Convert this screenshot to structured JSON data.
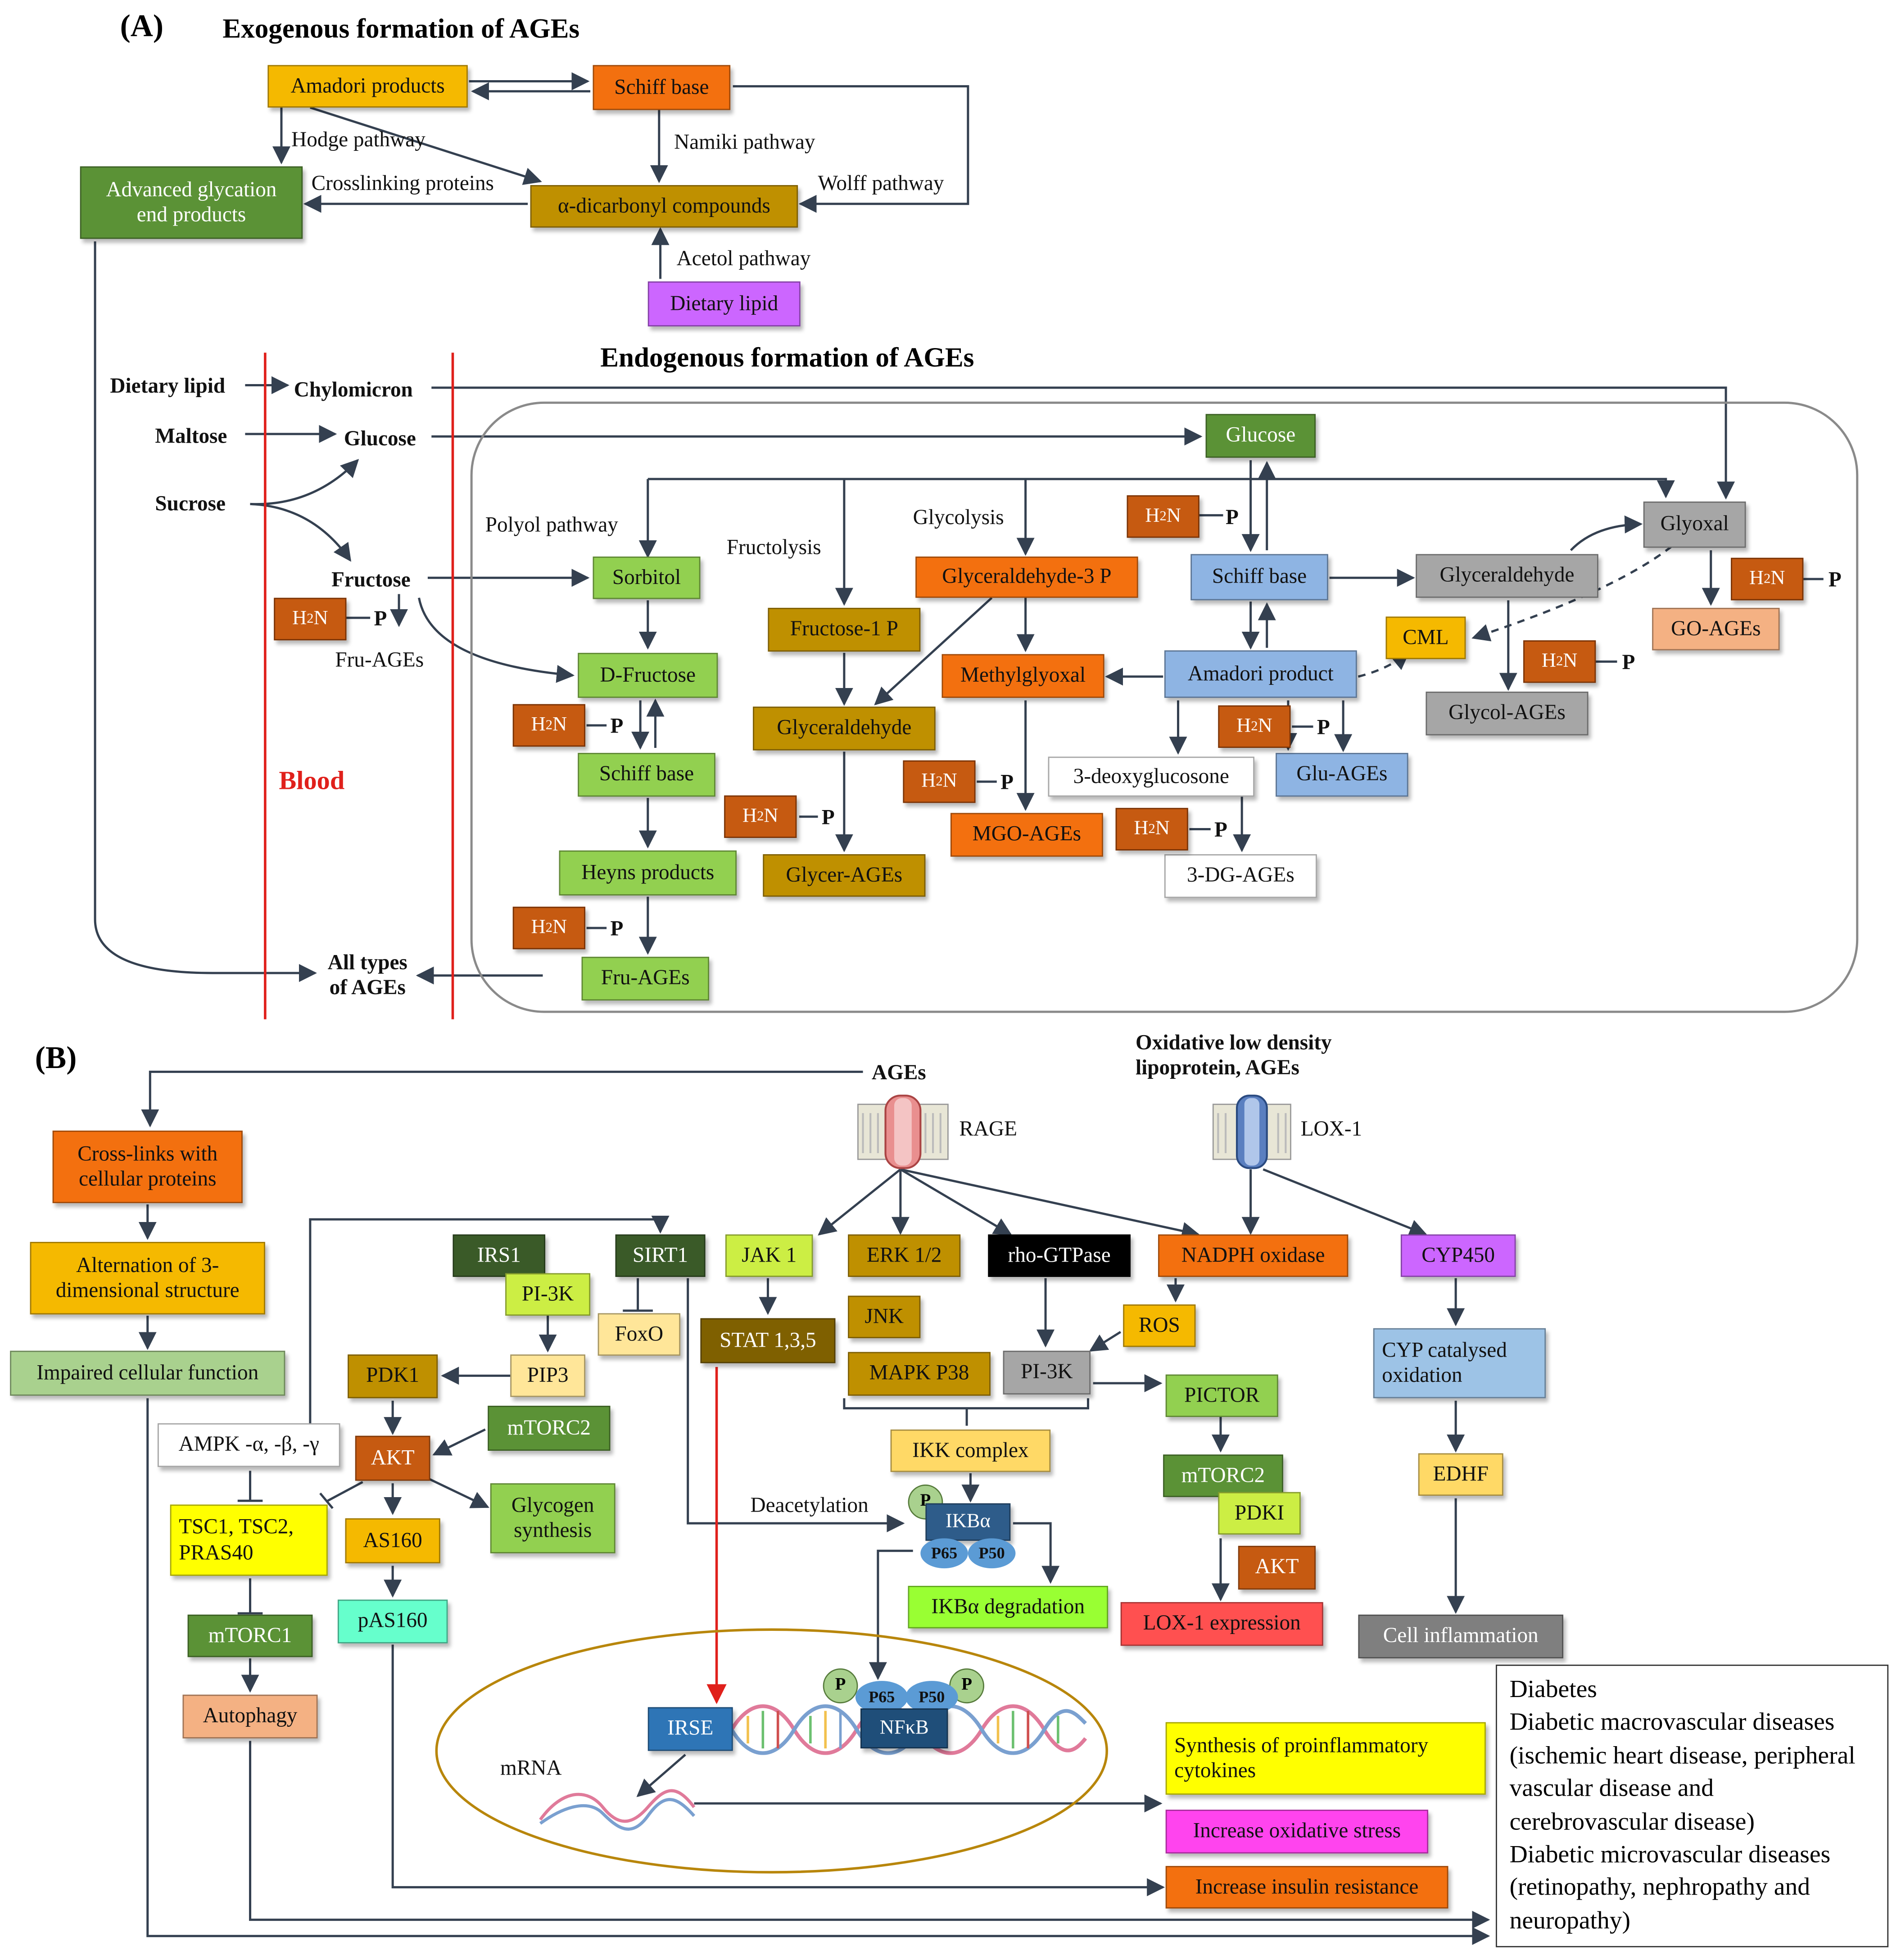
{
  "panel_a": {
    "label": "(A)",
    "exogenous_title": "Exogenous formation of AGEs",
    "endogenous_title": "Endogenous formation of AGEs",
    "boxes": {
      "amadori_products": "Amadori products",
      "schiff_base_exo": "Schiff base",
      "age_box": "Advanced glycation\nend products",
      "dicarbonyl": "α-dicarbonyl compounds",
      "dietary_lipid_box": "Dietary lipid",
      "glucose_box": "Glucose",
      "sorbitol": "Sorbitol",
      "d_fructose": "D-Fructose",
      "schiff_base_fru": "Schiff base",
      "heyns_products": "Heyns products",
      "fru_ages_box": "Fru-AGEs",
      "fructose_1p": "Fructose-1 P",
      "glyceraldehyde_left": "Glyceraldehyde",
      "glycer_ages": "Glycer-AGEs",
      "glyceraldehyde_3p": "Glyceraldehyde-3  P",
      "methylglyoxal": "Methylglyoxal",
      "mgo_ages": "MGO-AGEs",
      "schiff_base_glu": "Schiff base",
      "amadori_product": "Amadori product",
      "three_deoxyglucosone": "3-deoxyglucosone",
      "glu_ages": "Glu-AGEs",
      "three_dg_ages": "3-DG-AGEs",
      "glyceraldehyde_right": "Glyceraldehyde",
      "glycol_ages": "Glycol-AGEs",
      "glyoxal": "Glyoxal",
      "go_ages": "GO-AGEs",
      "cml": "CML"
    },
    "labels": {
      "hodge": "Hodge pathway",
      "namiki": "Namiki  pathway",
      "wolff": "Wolff pathway",
      "crosslinking": "Crosslinking proteins",
      "acetol": "Acetol pathway",
      "dietary_lipid": "Dietary lipid",
      "chylomicron": "Chylomicron",
      "maltose": "Maltose",
      "glucose": "Glucose",
      "sucrose": "Sucrose",
      "fructose": "Fructose",
      "fru_ages": "Fru-AGEs",
      "blood": "Blood",
      "all_types": "All types\nof AGEs",
      "polyol": "Polyol pathway",
      "fructolysis": "Fructolysis",
      "glycolysis": "Glycolysis"
    },
    "h2n": "H",
    "h2n_sub": "2",
    "h2n_tail": "N",
    "p_label": "P"
  },
  "panel_b": {
    "label": "(B)",
    "ages_title": "AGEs",
    "ox_ldl_title": "Oxidative low density\nlipoprotein, AGEs",
    "rage": "RAGE",
    "lox1": "LOX-1",
    "boxes": {
      "crosslinks": "Cross-links  with\ncellular  proteins",
      "alternation": "Alternation  of 3-\ndimensional structure",
      "impaired": "Impaired cellular  function",
      "irs1": "IRS1",
      "pi3k_top": "PI-3K",
      "sirt1": "SIRT1",
      "foxo": "FoxO",
      "pip3": "PIP3",
      "pdk1": "PDK1",
      "mtorc2_left": "mTORC2",
      "ampk": "AMPK -α, -β, -γ",
      "akt_left": "AKT",
      "glycogen": "Glycogen\nsynthesis",
      "tsc": "TSC1, TSC2,\nPRAS40",
      "as160": "AS160",
      "mtorc1": "mTORC1",
      "pas160": "pAS160",
      "autophagy": "Autophagy",
      "jak1": "JAK 1",
      "erk": "ERK 1/2",
      "rho": "rho-GTPase",
      "nadph": "NADPH oxidase",
      "cyp450": "CYP450",
      "stat": "STAT 1,3,5",
      "jnk": "JNK",
      "ros": "ROS",
      "mapk": "MAPK P38",
      "pi3k_mid": "PI-3K",
      "pictor": "PICTOR",
      "cyp_ox": "CYP  catalysed\noxidation",
      "ikk": "IKK complex",
      "mtorc2_right": "mTORC2",
      "pdki": "PDKI",
      "akt_right": "AKT",
      "edhf": "EDHF",
      "ikba_deg": "IKBα  degradation",
      "lox1_expr": "LOX-1 expression",
      "cell_infl": "Cell inflammation",
      "irse": "IRSE",
      "nfkb": "NFκB",
      "ikba": "IKBα",
      "p65": "P65",
      "p50": "P50",
      "p65b": "P65",
      "p50b": "P50",
      "synth": "Synthesis  of proinflammatory\ncytokines",
      "ox_stress": "Increase oxidative stress",
      "ins_res": "Increase insulin resistance"
    },
    "deacetylation": "Deacetylation",
    "mrna": "mRNA",
    "p_circle": "P",
    "diseases": "Diabetes\nDiabetic macrovascular diseases (ischemic heart disease, peripheral vascular disease and cerebrovascular  disease)\nDiabetic microvascular diseases (retinopathy, nephropathy and neuropathy)"
  },
  "colors": {
    "orange": "#f3700f",
    "gold": "#f5b900",
    "green_dark": "#5b9236",
    "purple": "#cc66ff",
    "lime": "#92d050",
    "olive": "#bf9000",
    "blue_light": "#8eb4e3",
    "grey": "#a6a6a6",
    "peach": "#f4b183",
    "yellow": "#ffff00",
    "red_line": "#e0201b"
  }
}
